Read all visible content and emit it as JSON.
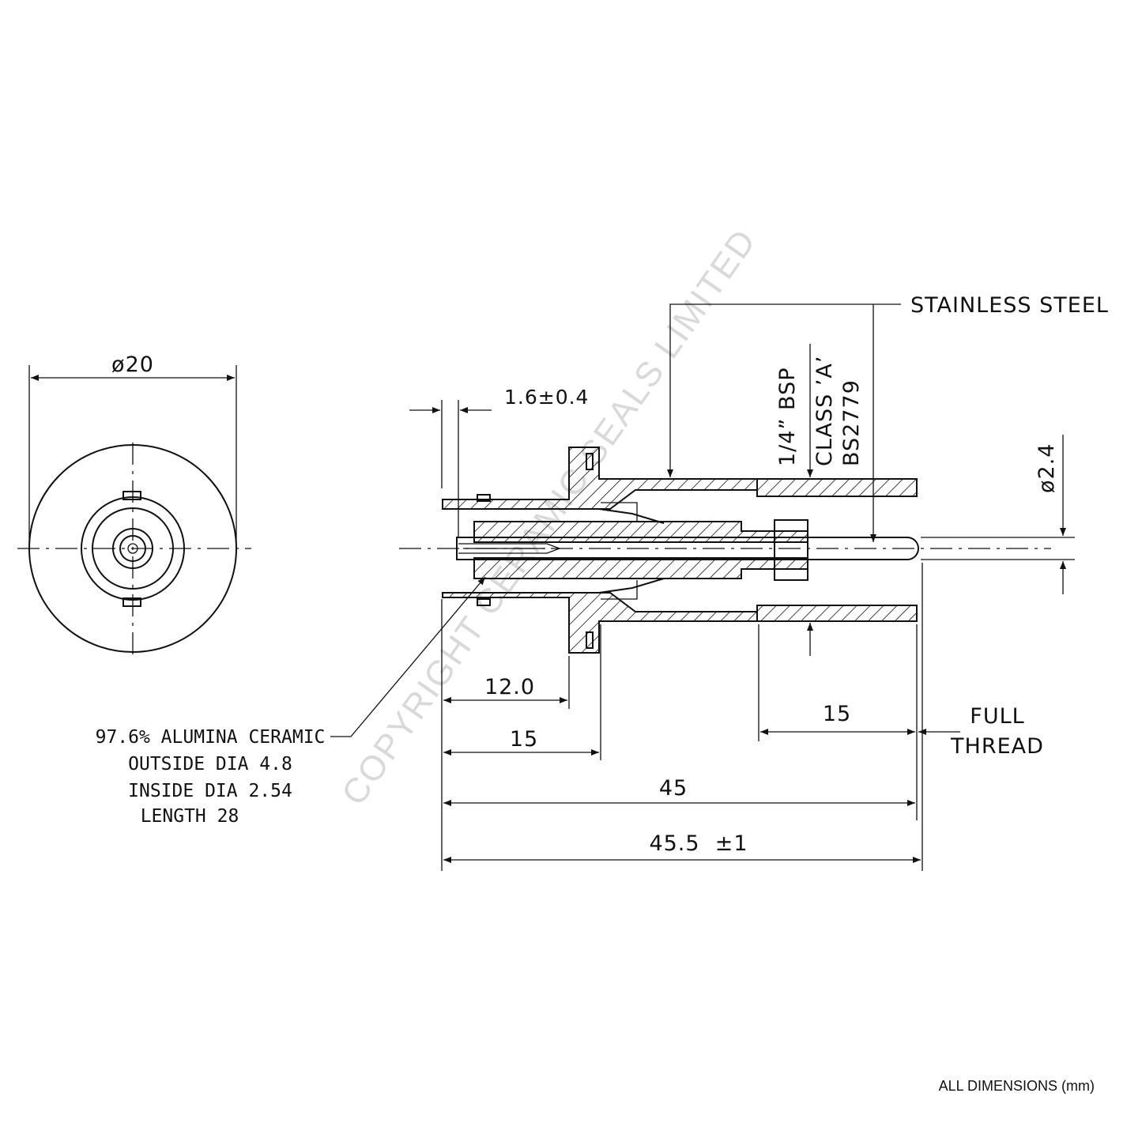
{
  "watermark": "COPYRIGHT CERAMIC SEALS LIMITED",
  "footer": "ALL DIMENSIONS (mm)",
  "end_view": {
    "diameter_label": "ø20"
  },
  "side_view": {
    "material_callout": "STAINLESS STEEL",
    "thread_spec": [
      "1/4”  BSP",
      "CLASS ’A’",
      "BS2779"
    ],
    "pin_diameter": "ø2.4",
    "flange_gap": "1.6±0.4",
    "dim_12": "12.0",
    "dim_15_left": "15",
    "dim_15_right": "15",
    "dim_45": "45",
    "dim_455": "45.5  ±1",
    "full_thread": [
      "FULL",
      "THREAD"
    ],
    "ceramic_note": [
      "97.6% ALUMINA CERAMIC",
      "OUTSIDE DIA 4.8",
      "INSIDE DIA 2.54",
      "LENGTH 28"
    ]
  }
}
